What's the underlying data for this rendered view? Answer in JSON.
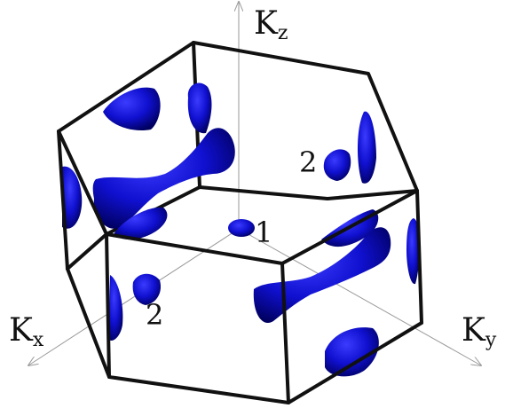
{
  "axes": {
    "kz": {
      "main": "K",
      "sub": "z"
    },
    "kx": {
      "main": "K",
      "sub": "x"
    },
    "ky": {
      "main": "K",
      "sub": "y"
    }
  },
  "points": {
    "center": "1",
    "right": "2",
    "left": "2"
  },
  "colors": {
    "surface": "#1010d0",
    "surface_shadow": "#000060",
    "edges": "#111111",
    "axes": "#9a9a9a"
  }
}
